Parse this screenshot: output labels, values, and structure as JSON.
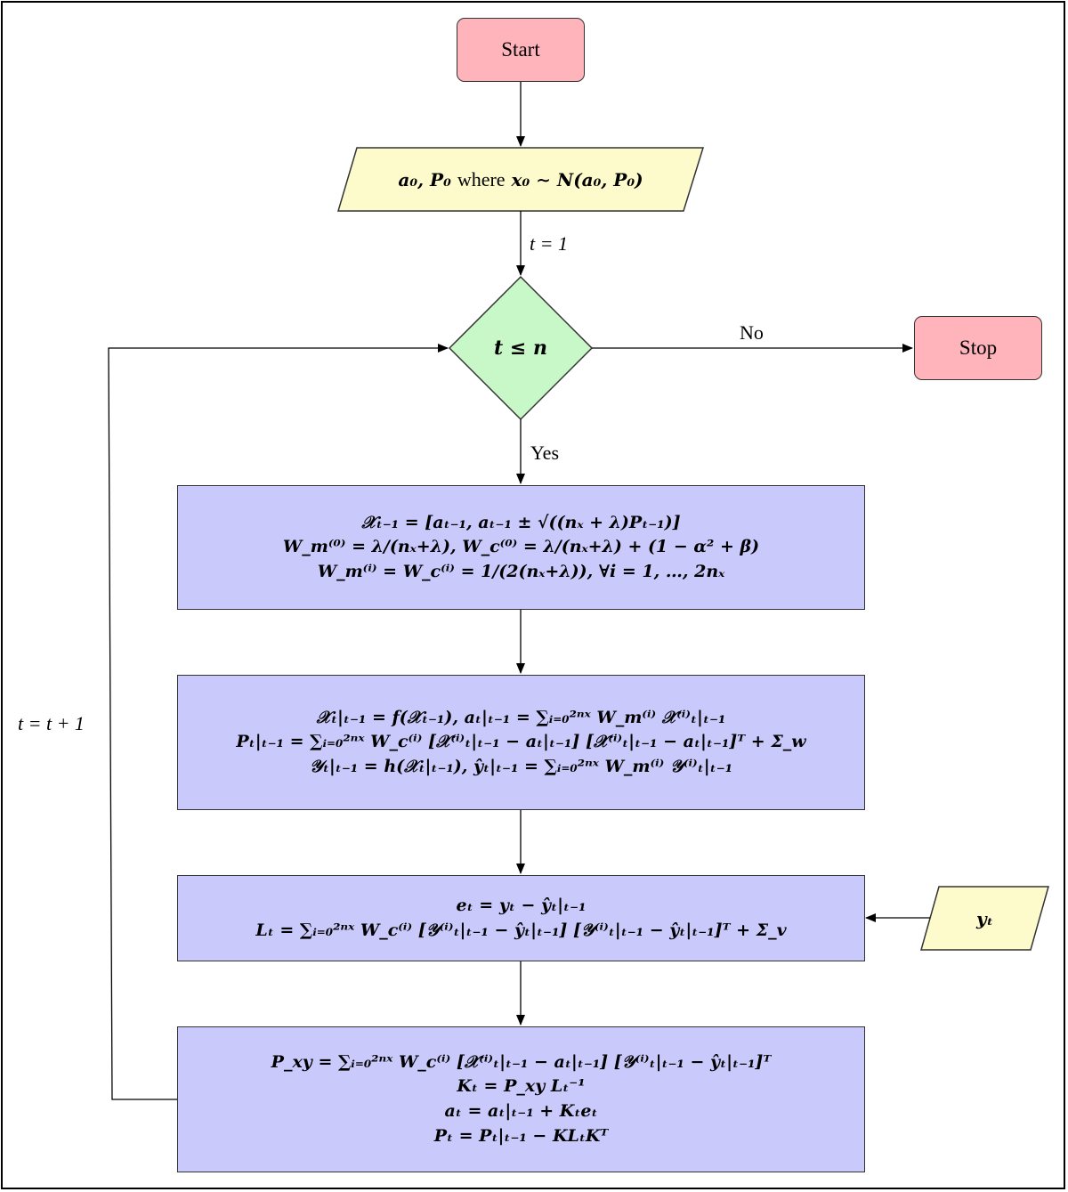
{
  "start": "Start",
  "stop": "Stop",
  "init": {
    "pre": "a₀, P₀",
    "word": "where",
    "post": "x₀ ∼ N(a₀, P₀)"
  },
  "decision": "t ≤ n",
  "labels": {
    "t_init": "t = 1",
    "no": "No",
    "yes": "Yes",
    "loop": "t = t + 1"
  },
  "observation": "yₜ",
  "steps": {
    "sigma_points": [
      "𝒳ₜ₋₁ = [aₜ₋₁, aₜ₋₁ ± √((nₓ + λ)Pₜ₋₁)]",
      "W_m⁽⁰⁾ = λ/(nₓ+λ), W_c⁽⁰⁾ = λ/(nₓ+λ) + (1 − α² + β)",
      "W_m⁽ⁱ⁾ = W_c⁽ⁱ⁾ = 1/(2(nₓ+λ)), ∀i = 1, …, 2nₓ"
    ],
    "prediction": [
      "𝒳ₜ|ₜ₋₁ = f(𝒳ₜ₋₁), aₜ|ₜ₋₁ = ∑ᵢ₌₀²ⁿˣ W_m⁽ⁱ⁾ 𝒳⁽ⁱ⁾ₜ|ₜ₋₁",
      "Pₜ|ₜ₋₁ = ∑ᵢ₌₀²ⁿˣ W_c⁽ⁱ⁾ [𝒳⁽ⁱ⁾ₜ|ₜ₋₁ − aₜ|ₜ₋₁] [𝒳⁽ⁱ⁾ₜ|ₜ₋₁ − aₜ|ₜ₋₁]ᵀ + Σ_w",
      "𝒴ₜ|ₜ₋₁ = h(𝒳ₜ|ₜ₋₁), ŷₜ|ₜ₋₁ = ∑ᵢ₌₀²ⁿˣ W_m⁽ⁱ⁾ 𝒴⁽ⁱ⁾ₜ|ₜ₋₁"
    ],
    "innovation": [
      "eₜ = yₜ − ŷₜ|ₜ₋₁",
      "Lₜ = ∑ᵢ₌₀²ⁿˣ W_c⁽ⁱ⁾ [𝒴⁽ⁱ⁾ₜ|ₜ₋₁ − ŷₜ|ₜ₋₁] [𝒴⁽ⁱ⁾ₜ|ₜ₋₁ − ŷₜ|ₜ₋₁]ᵀ + Σ_v"
    ],
    "update": [
      "P_xy = ∑ᵢ₌₀²ⁿˣ W_c⁽ⁱ⁾ [𝒳⁽ⁱ⁾ₜ|ₜ₋₁ − aₜ|ₜ₋₁] [𝒴⁽ⁱ⁾ₜ|ₜ₋₁ − ŷₜ|ₜ₋₁]ᵀ",
      "Kₜ = P_xy Lₜ⁻¹",
      "aₜ = aₜ|ₜ₋₁ + Kₜeₜ",
      "Pₜ = Pₜ|ₜ₋₁ − KLₜKᵀ"
    ]
  }
}
